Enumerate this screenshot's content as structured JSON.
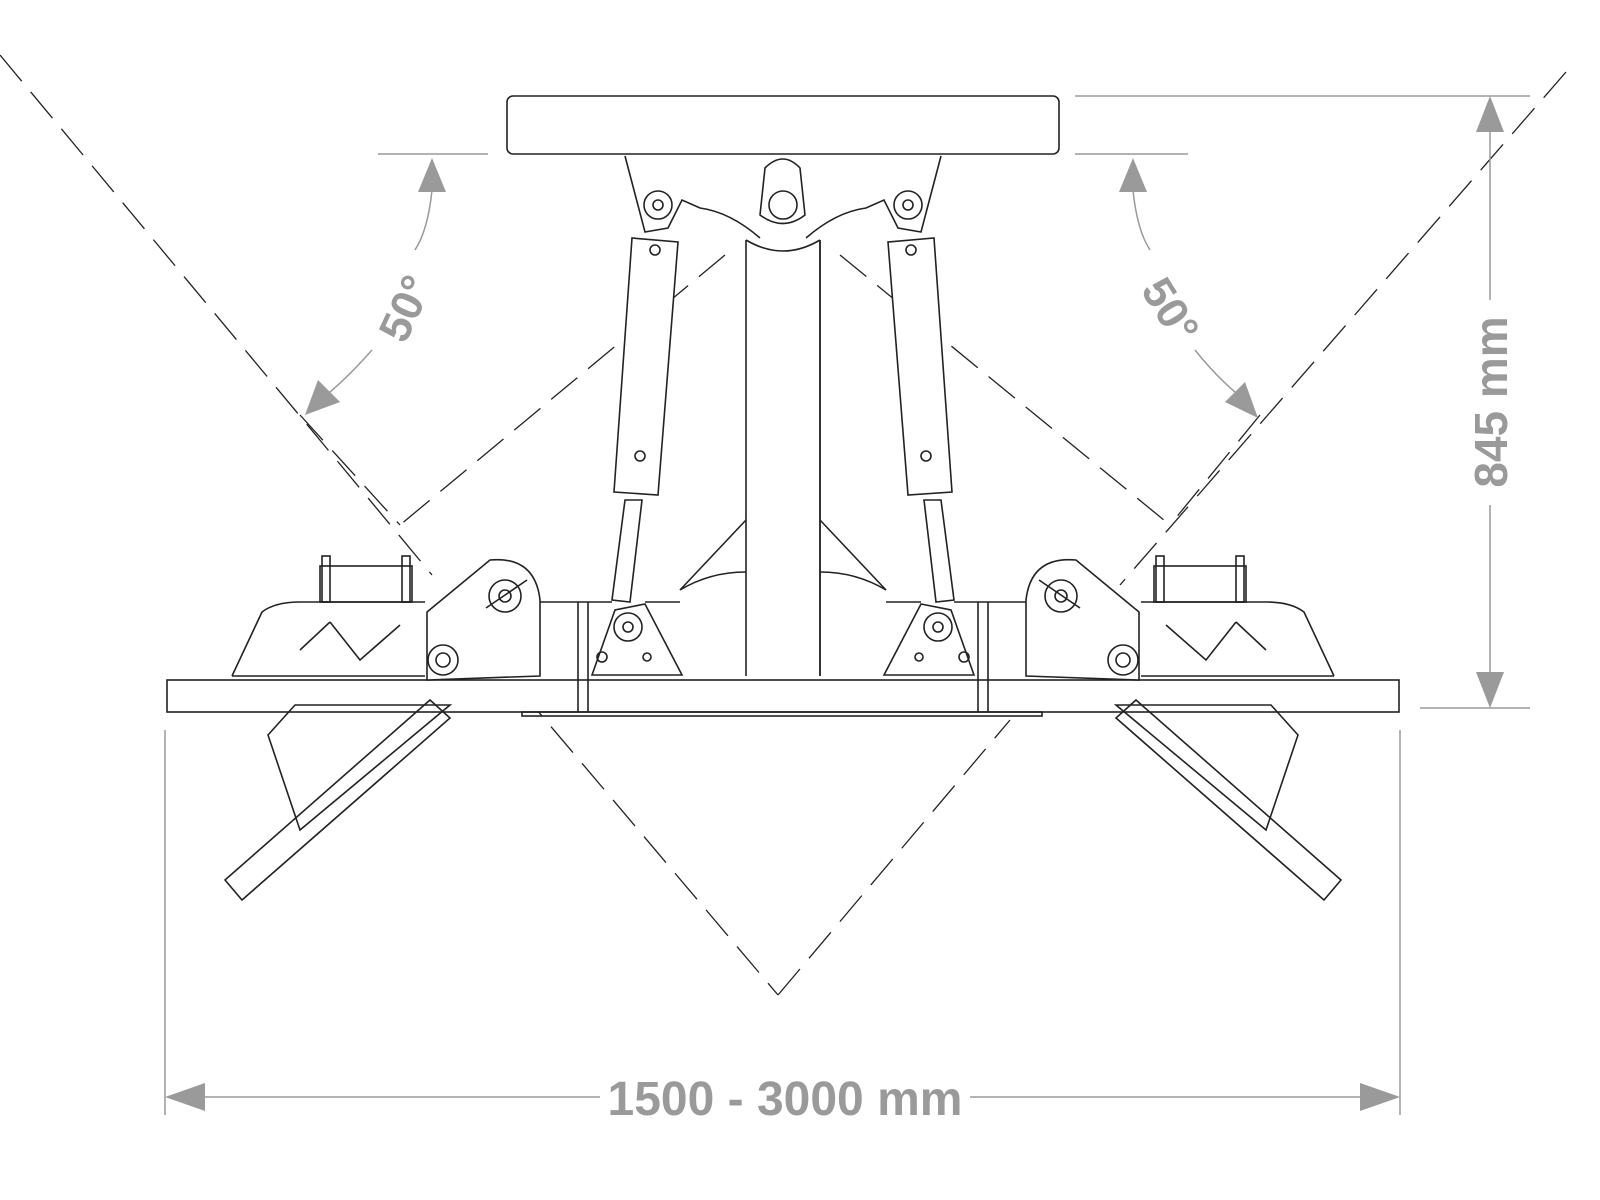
{
  "diagram": {
    "angle_left": "50°",
    "angle_right": "50°",
    "height_dimension": "845 mm",
    "width_dimension": "1500 - 3000 mm",
    "colors": {
      "line": "#222222",
      "dimension": "#9a9a9a"
    }
  }
}
